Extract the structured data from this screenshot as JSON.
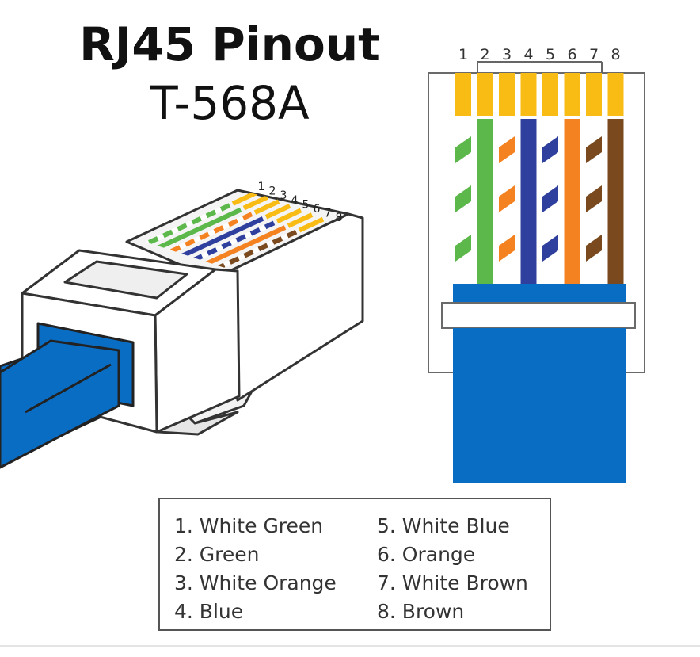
{
  "title": "RJ45 Pinout",
  "standard": "T-568A",
  "pin_numbers": [
    "1",
    "2",
    "3",
    "4",
    "5",
    "6",
    "7",
    "8"
  ],
  "legend": {
    "left": [
      "1. White Green",
      "2. Green",
      "3. White Orange",
      "4. Blue"
    ],
    "right": [
      "5. White Blue",
      "6. Orange",
      "7. White Brown",
      "8. Brown"
    ]
  },
  "wires": [
    {
      "pin": "1",
      "color": "#5cb84a",
      "striped": true
    },
    {
      "pin": "2",
      "color": "#5cb84a",
      "striped": false
    },
    {
      "pin": "3",
      "color": "#f58220",
      "striped": true
    },
    {
      "pin": "4",
      "color": "#2e3f9e",
      "striped": false
    },
    {
      "pin": "5",
      "color": "#2e3f9e",
      "striped": true
    },
    {
      "pin": "6",
      "color": "#f58220",
      "striped": false
    },
    {
      "pin": "7",
      "color": "#7a4a1e",
      "striped": true
    },
    {
      "pin": "8",
      "color": "#7a4a1e",
      "striped": false
    }
  ],
  "colors": {
    "contact_gold": "#f9bc14",
    "cable_blue": "#0a6dc4",
    "plug_outline": "#333333",
    "plug_body": "#ffffff",
    "plug_shadow": "#e6e6e6"
  }
}
